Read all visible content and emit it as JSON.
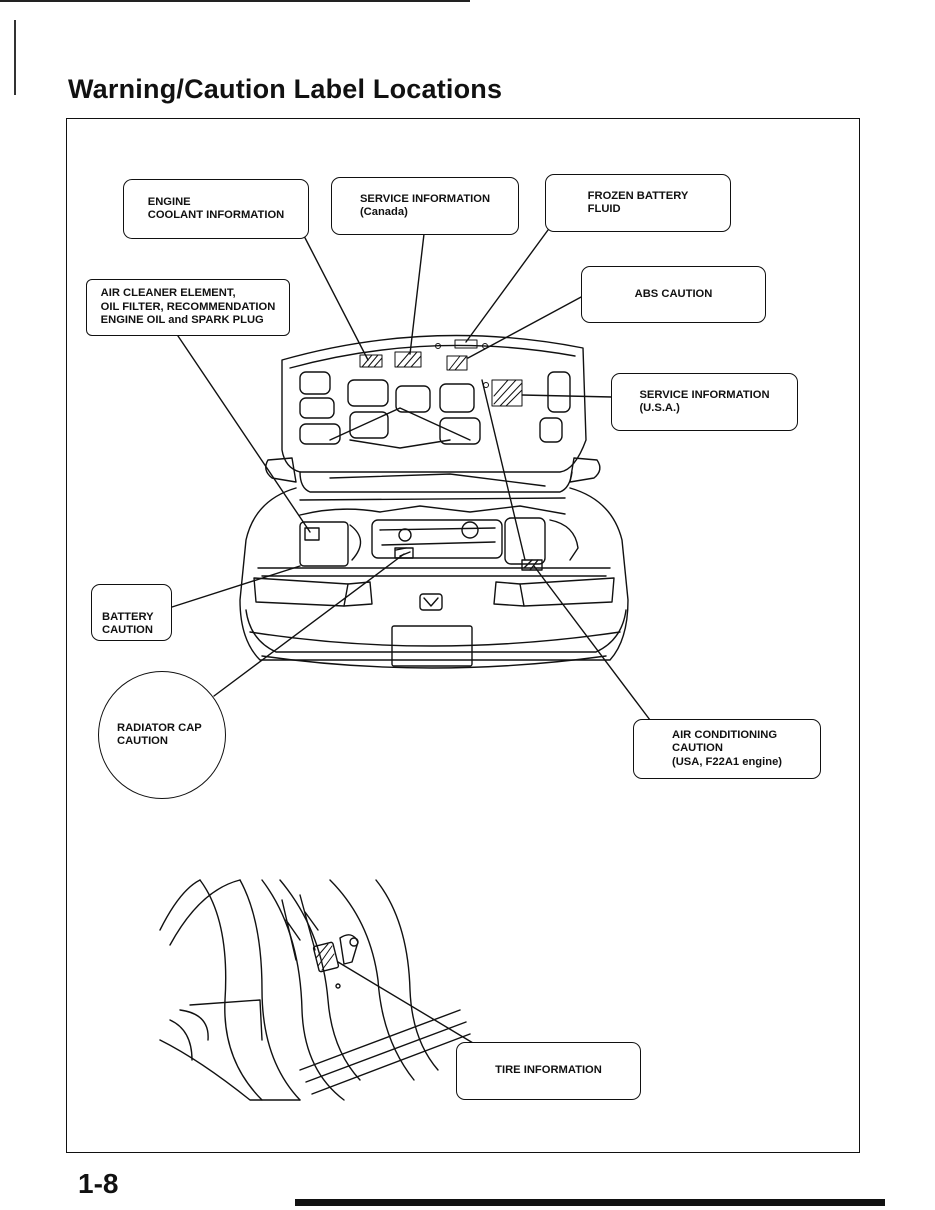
{
  "page": {
    "title": "Warning/Caution Label Locations",
    "number": "1-8"
  },
  "callouts": {
    "engine_coolant": "ENGINE\nCOOLANT INFORMATION",
    "service_info_canada": "SERVICE INFORMATION\n(Canada)",
    "frozen_battery": "FROZEN BATTERY\nFLUID",
    "abs_caution": "ABS CAUTION",
    "air_cleaner": "AIR CLEANER ELEMENT,\nOIL FILTER, RECOMMENDATION\nENGINE OIL and SPARK PLUG",
    "service_info_usa": "SERVICE INFORMATION\n(U.S.A.)",
    "battery_caution": "BATTERY\nCAUTION",
    "radiator_cap": "RADIATOR CAP\nCAUTION",
    "air_conditioning": "AIR CONDITIONING\nCAUTION\n(USA, F22A1 engine)",
    "tire_info": "TIRE INFORMATION"
  }
}
